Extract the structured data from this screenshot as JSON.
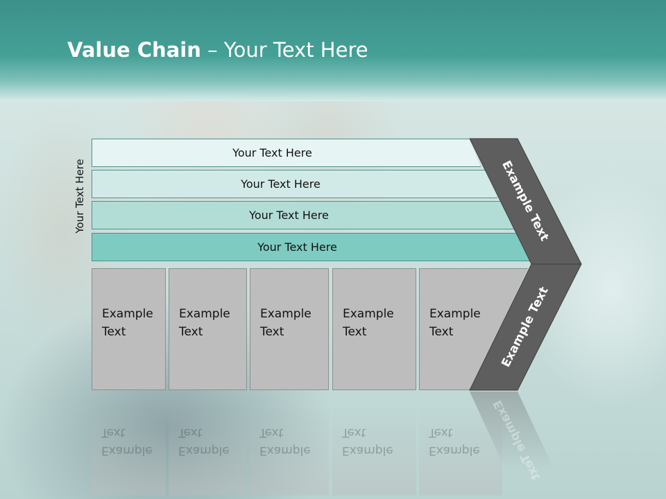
{
  "slide": {
    "title_bold": "Value Chain",
    "title_rest": " – Your Text Here",
    "vertical_label": "Your Text Here",
    "bands": [
      {
        "label": "Your Text Here"
      },
      {
        "label": "Your Text Here"
      },
      {
        "label": "Your Text Here"
      },
      {
        "label": "Your Text Here"
      }
    ],
    "boxes": [
      {
        "line1": "Example",
        "line2": "Text"
      },
      {
        "line1": "Example",
        "line2": "Text"
      },
      {
        "line1": "Example",
        "line2": "Text"
      },
      {
        "line1": "Example",
        "line2": "Text"
      },
      {
        "line1": "Example",
        "line2": "Text"
      }
    ],
    "arrow_upper": "Example Text",
    "arrow_lower": "Example Text"
  },
  "colors": {
    "header": "#44a096",
    "arrow": "#5e5e5e",
    "box": "#bdbdbd",
    "band_dark": "#7ecbc1"
  }
}
